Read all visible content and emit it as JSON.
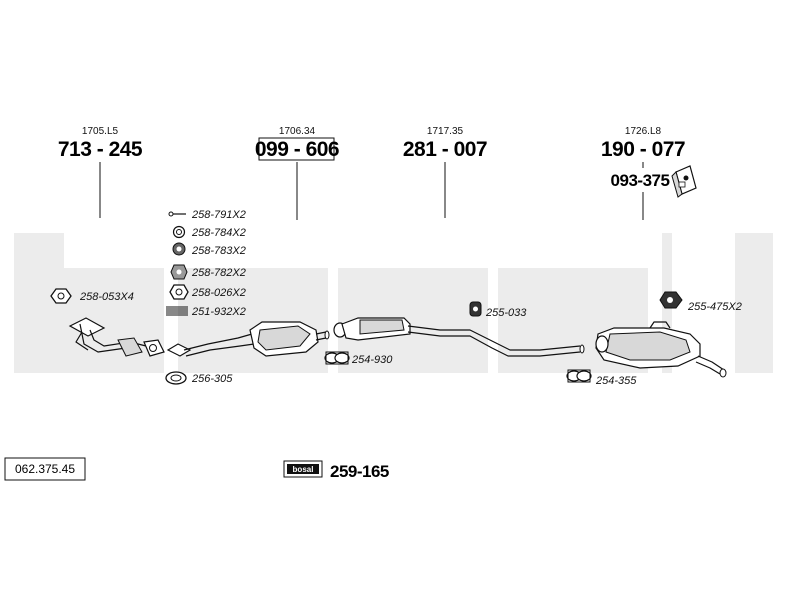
{
  "ref_code": "062.375.45",
  "brand_label": "bosal",
  "brand_part": "259-165",
  "assemblies": [
    {
      "sub": "1705.L5",
      "main": "713 - 245"
    },
    {
      "sub": "1706.34",
      "main": "099 - 606"
    },
    {
      "sub": "1717.35",
      "main": "281 - 007"
    },
    {
      "sub": "1726.L8",
      "main": "190 - 077"
    }
  ],
  "bracket_part": "093-375",
  "kit_parts": [
    "258-791X2",
    "258-784X2",
    "258-783X2",
    "258-782X2",
    "258-026X2",
    "251-932X2"
  ],
  "parts": {
    "nut_front": "258-053X4",
    "gasket_front": "256-305",
    "clamp_mid": "254-930",
    "mount_mid": "255-033",
    "mount_rear": "255-475X2",
    "clamp_rear": "254-355"
  },
  "colors": {
    "watermark": "#ececec",
    "line": "#111111"
  }
}
